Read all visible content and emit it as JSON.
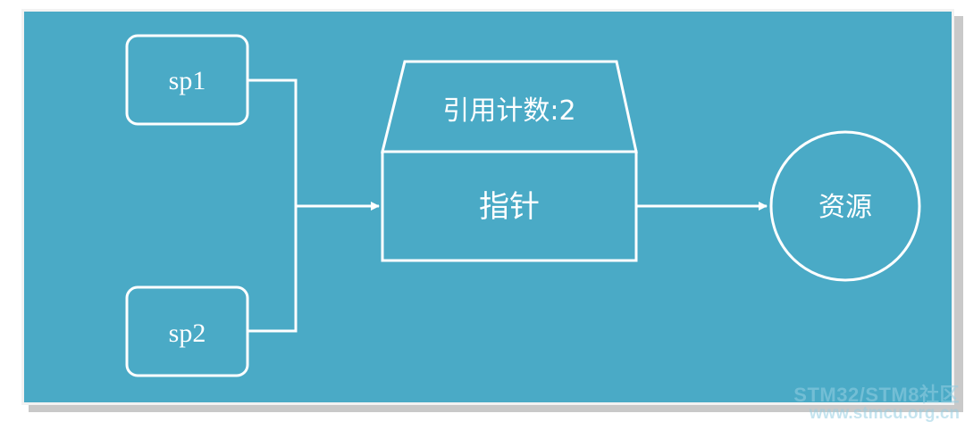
{
  "colors": {
    "background": "#4aaac6",
    "stroke": "#ffffff",
    "page": "#ffffff"
  },
  "nodes": {
    "sp1": "sp1",
    "sp2": "sp2",
    "ref_count": "引用计数:2",
    "pointer": "指针",
    "resource": "资源"
  },
  "watermark": {
    "line1": "STM32/STM8社区",
    "line2": "www.stmcu.org.cn"
  }
}
